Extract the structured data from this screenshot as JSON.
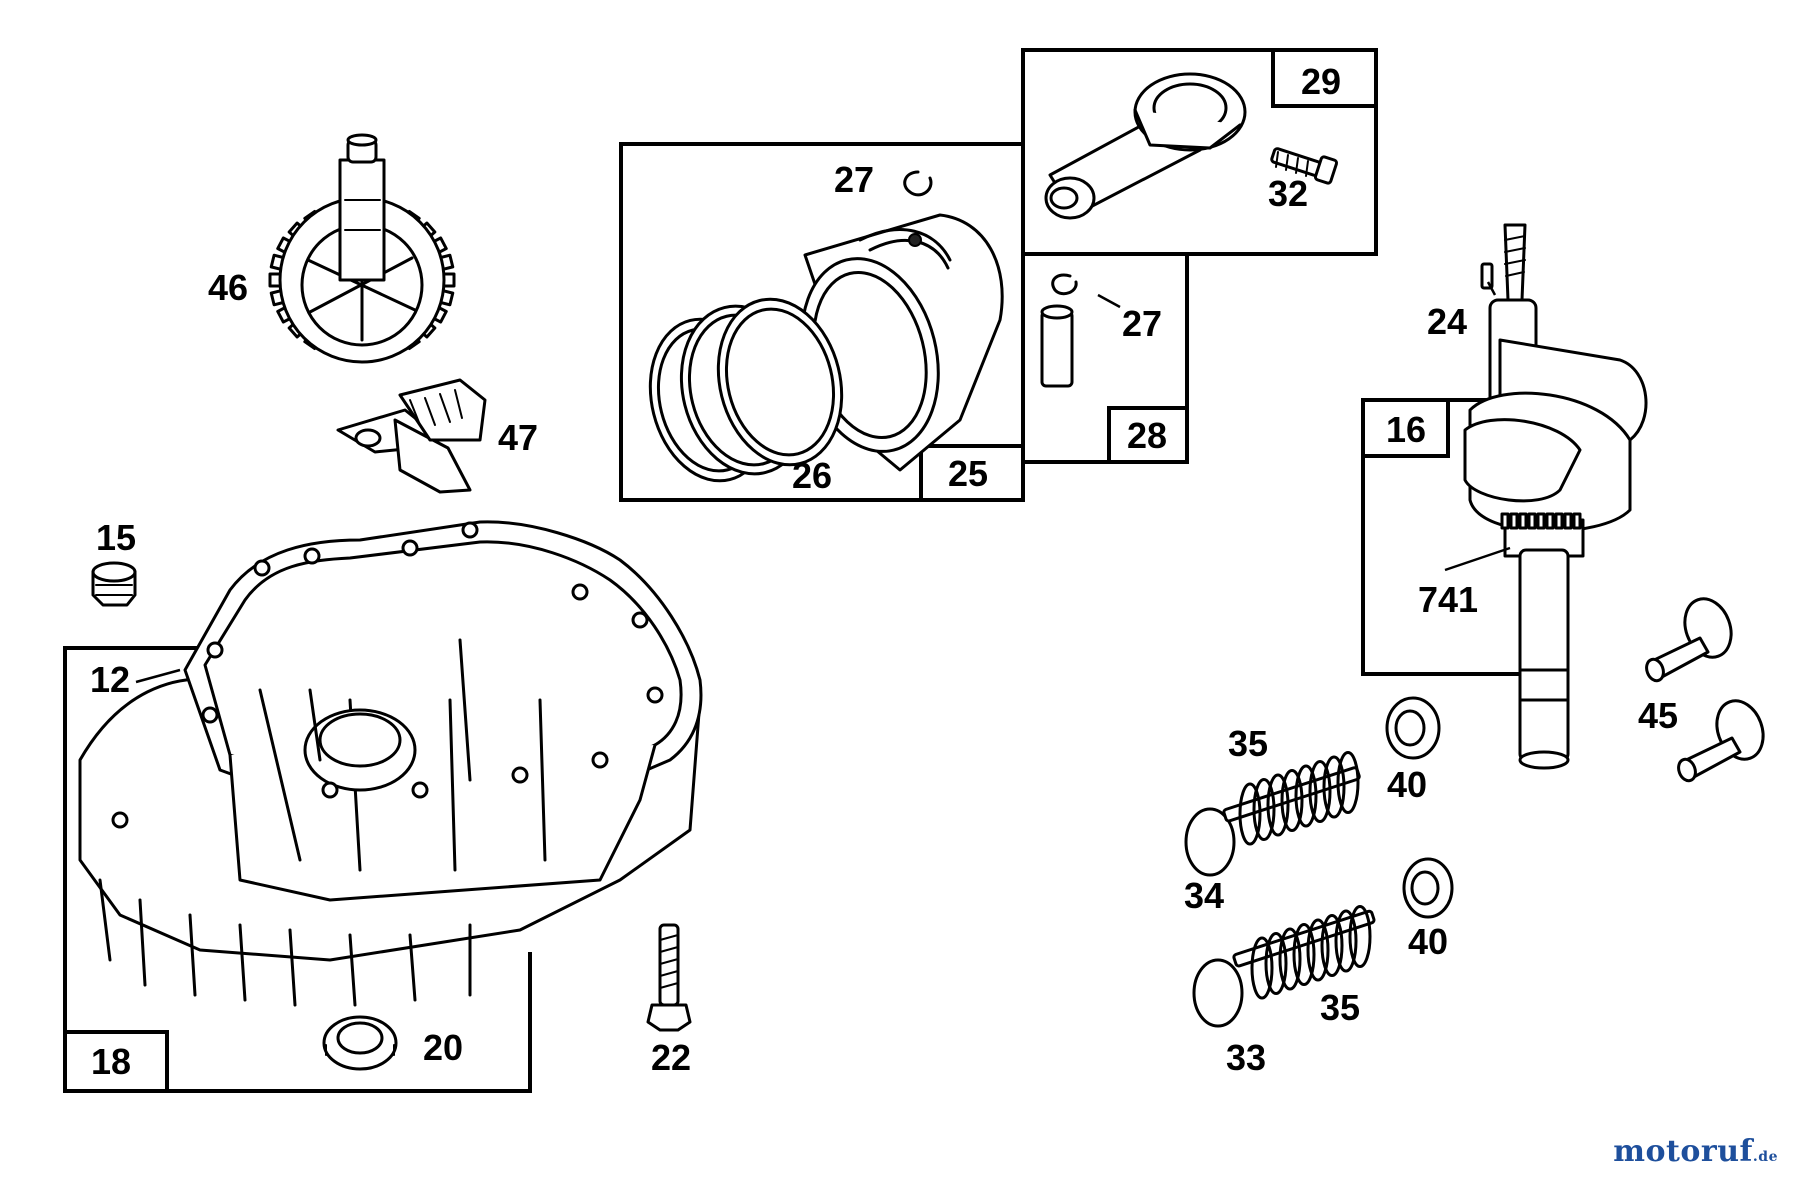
{
  "labels": {
    "l46": "46",
    "l47": "47",
    "l15": "15",
    "l12": "12",
    "l18": "18",
    "l20": "20",
    "l22": "22",
    "l25": "25",
    "l26": "26",
    "l27a": "27",
    "l27b": "27",
    "l28": "28",
    "l29": "29",
    "l32": "32",
    "l24": "24",
    "l16": "16",
    "l741": "741",
    "l35a": "35",
    "l35b": "35",
    "l40a": "40",
    "l40b": "40",
    "l34": "34",
    "l33": "33",
    "l45": "45"
  },
  "watermark": {
    "name": "motoruf",
    "tld": ".de"
  }
}
